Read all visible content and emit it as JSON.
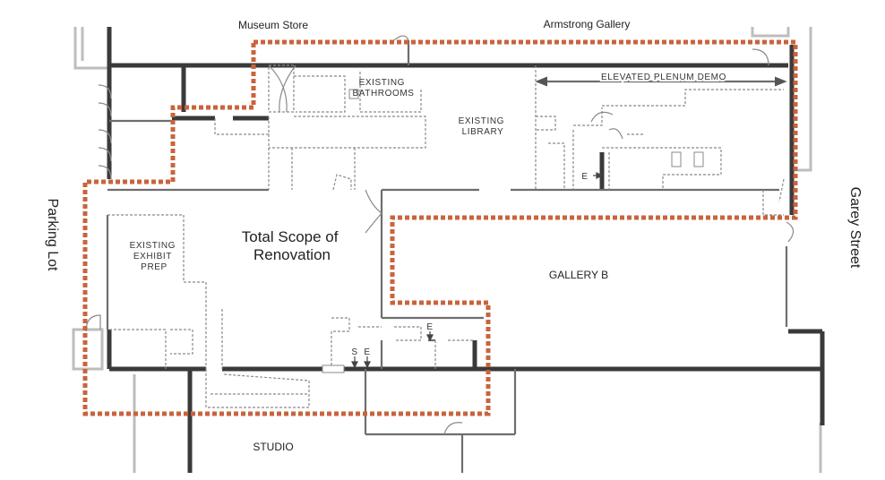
{
  "labels": {
    "museum_store": "Museum Store",
    "armstrong_gallery": "Armstrong Gallery",
    "parking_lot": "Parking Lot",
    "garey_street": "Garey Street",
    "existing_bathrooms": [
      "EXISTING",
      "BATHROOMS"
    ],
    "existing_library": [
      "EXISTING",
      "LIBRARY"
    ],
    "elevated_plenum_demo": "ELEVATED PLENUM DEMO",
    "existing_exhibit_prep": [
      "EXISTING",
      "EXHIBIT",
      "PREP"
    ],
    "total_scope": [
      "Total Scope of",
      "Renovation"
    ],
    "gallery_b": "GALLERY B",
    "studio": "STUDIO",
    "marker_e": "E",
    "marker_s": "S"
  },
  "colors": {
    "scope_outline": "#c8643c",
    "wall_dark": "#3a3a3a",
    "wall_mid": "#777777",
    "wall_light": "#bdbdbd",
    "existing_dashed": "#8a8a8a"
  }
}
